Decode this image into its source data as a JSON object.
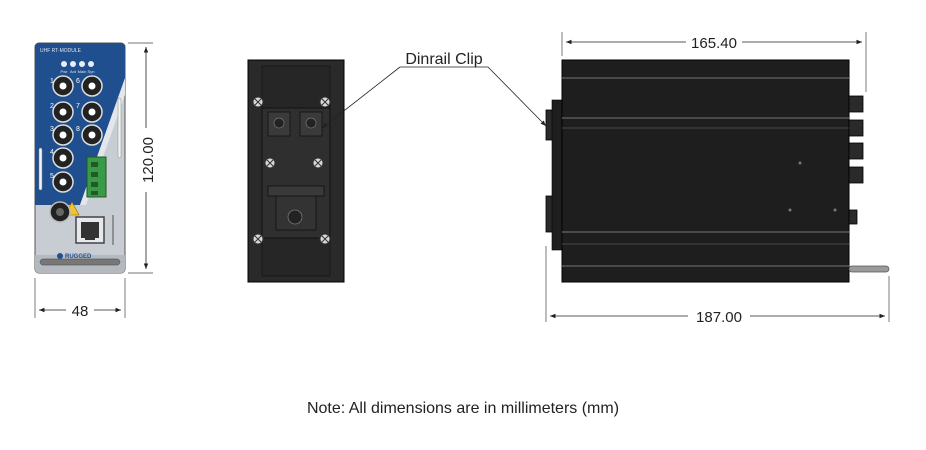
{
  "dimensions": {
    "front_width": "48",
    "front_height": "120.00",
    "side_depth_body": "165.40",
    "side_depth_total": "187.00"
  },
  "callouts": {
    "dinrail_clip": "Dinrail Clip"
  },
  "front_panel": {
    "model_text": "UHF RT-MODULE",
    "led_labels": [
      "Pwr",
      "Ant",
      "Main",
      "Syn"
    ],
    "port_numbers": [
      "1",
      "2",
      "3",
      "4",
      "5",
      "6",
      "7",
      "8"
    ],
    "brand": "RUGGED"
  },
  "note": "Note: All dimensions are in millimeters (mm)",
  "colors": {
    "panel_blue": "#1f4f8e",
    "panel_silver": "#c8cdd4",
    "connector_green": "#3a9a48",
    "housing_black": "#1e1e1e",
    "clip_grey": "#2a2a2a"
  }
}
